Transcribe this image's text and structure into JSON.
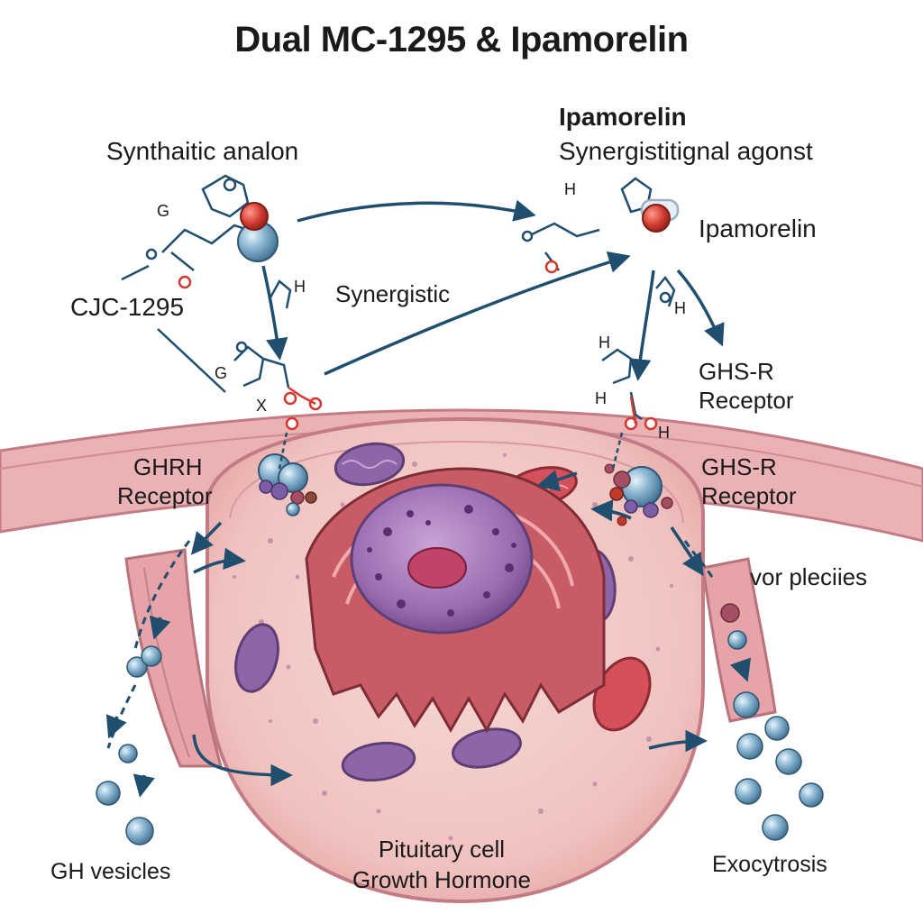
{
  "title": "Dual MC-1295 & Ipamorelin",
  "labels": {
    "synthetic_analog": "Synthaitic analon",
    "cjc": "CJC-1295",
    "synergistic": "Synergistic",
    "ipamorelin_heading": "Ipamorelin",
    "ipamorelin_sub": "Synergistitignal agonst",
    "ipamorelin_molecule": "Ipamorelin",
    "ghs_r_receptor_top": [
      "GHS-R",
      "Receptor"
    ],
    "ghrh_receptor": [
      "GHRH",
      "Receptor"
    ],
    "ghs_r_receptor_membrane": [
      "GHS-R",
      "Receptor"
    ],
    "vor_plecies": "vor pleciies",
    "gh_vesicles": "GH vesicles",
    "pituitary": [
      "Pituitary cell",
      "Growth Hormone"
    ],
    "exocytosis": "Exocytrosis"
  },
  "atom_letters": {
    "g1": "G",
    "h1": "H",
    "g2": "G",
    "x1": "X",
    "h2": "H",
    "h3": "H",
    "h4": "H",
    "h5": "H",
    "h6": "H"
  },
  "colors": {
    "arrow": "#1f4e6e",
    "membrane": "#e2a0a6",
    "cytoplasm": "#f2c6c4",
    "nucleus": "#9b6bb0",
    "er": "#c85c66",
    "mitochondria_red": "#d4515c",
    "mitochondria_purple": "#8e66a8",
    "vesicle": "#6a9cbd",
    "oxygen": "#d13a30"
  }
}
